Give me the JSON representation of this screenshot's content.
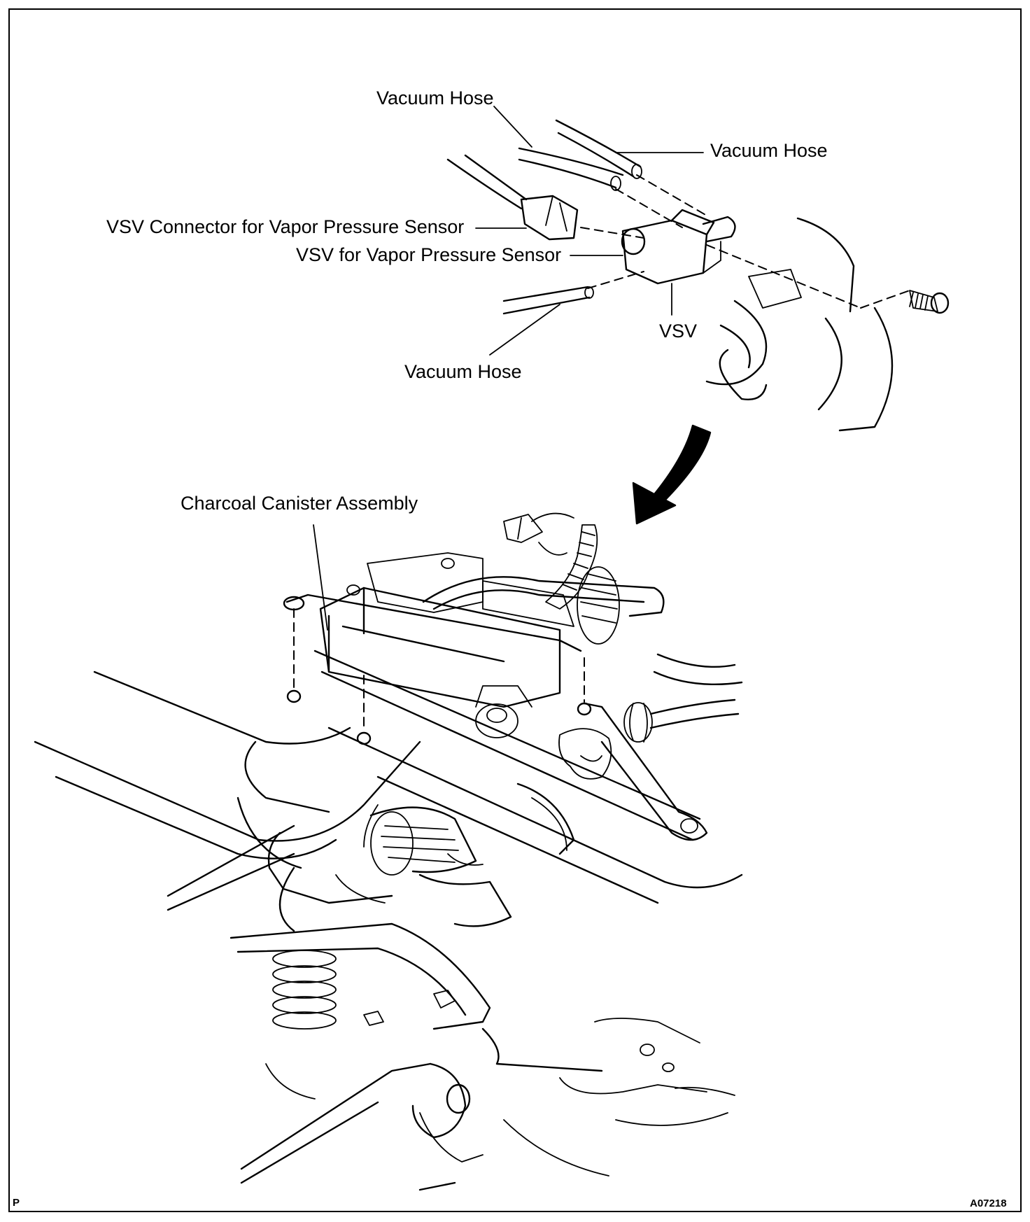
{
  "labels": {
    "vacuum_hose_top": "Vacuum Hose",
    "vacuum_hose_right": "Vacuum Hose",
    "vsv_connector": "VSV Connector for Vapor Pressure Sensor",
    "vsv_vapor": "VSV for Vapor Pressure Sensor",
    "vsv": "VSV",
    "vacuum_hose_bottom": "Vacuum Hose",
    "charcoal_canister": "Charcoal Canister Assembly"
  },
  "corner": {
    "left": "P",
    "right": "A07218"
  }
}
